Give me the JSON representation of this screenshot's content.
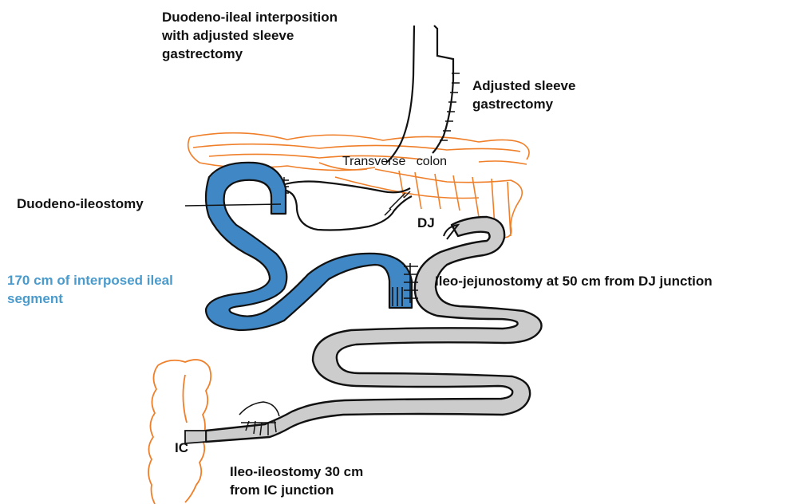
{
  "labels": {
    "title": [
      "Duodeno-ileal interposition",
      "with adjusted sleeve",
      "gastrectomy"
    ],
    "sleeve": [
      "Adjusted sleeve",
      "gastrectomy"
    ],
    "colon": "Transverse   colon",
    "duodeno_ileostomy": "Duodeno-ileostomy",
    "dj": "DJ",
    "segment": [
      "170 cm of interposed ileal",
      "segment"
    ],
    "ileo_jejunostomy": "Ileo-jejunostomy at 50 cm from DJ junction",
    "ic": "IC",
    "ileo_ileostomy": [
      "Ileo-ileostomy 30 cm",
      "from IC junction"
    ]
  },
  "colors": {
    "interposed_ileum": "#3f88c5",
    "small_bowel": "#cccccc",
    "colon_outline": "#f07f2a",
    "segment_label": "#4a9bcc",
    "outline": "#111111"
  }
}
